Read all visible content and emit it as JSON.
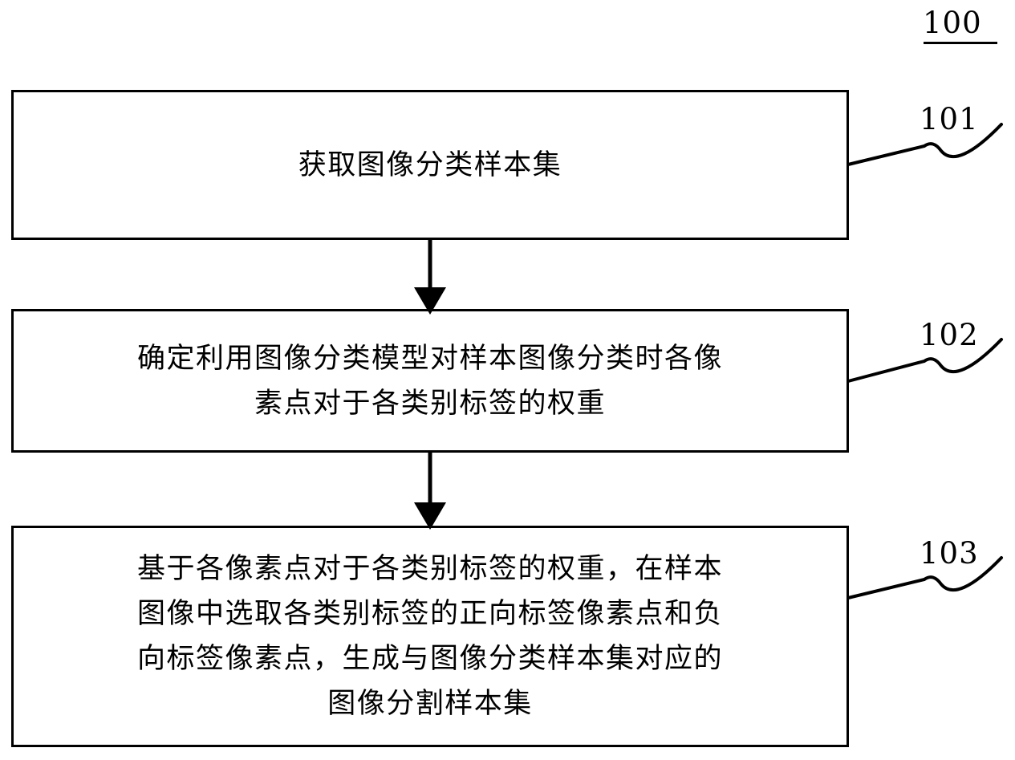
{
  "figure": {
    "number": "100",
    "type": "patent-flowchart",
    "language": "zh"
  },
  "steps": [
    {
      "ref": "101",
      "text": "获取图像分类样本集"
    },
    {
      "ref": "102",
      "text": "确定利用图像分类模型对样本图像分类时各像\n素点对于各类别标签的权重"
    },
    {
      "ref": "103",
      "text": "基于各像素点对于各类别标签的权重，在样本\n图像中选取各类别标签的正向标签像素点和负\n向标签像素点，生成与图像分类样本集对应的\n图像分割样本集"
    }
  ],
  "connectors": [
    {
      "from": "101",
      "to": "102",
      "style": "solid-arrow-down"
    },
    {
      "from": "102",
      "to": "103",
      "style": "solid-arrow-down"
    }
  ],
  "colors": {
    "stroke": "#000000",
    "background": "#ffffff"
  }
}
